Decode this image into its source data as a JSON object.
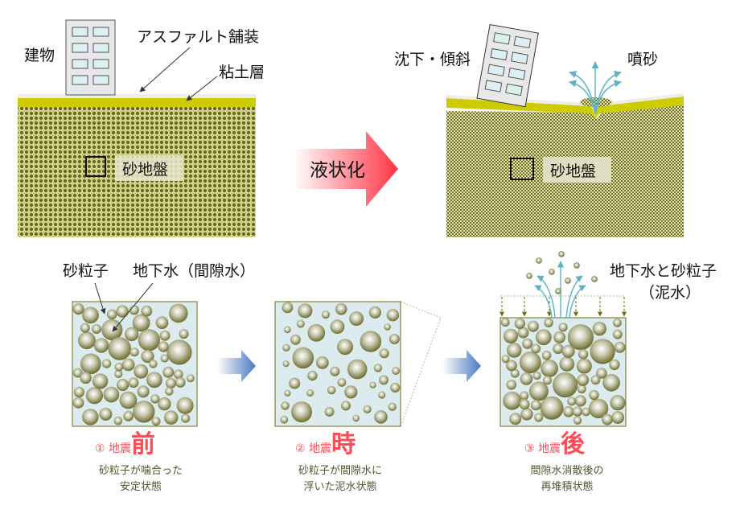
{
  "top_before": {
    "building_label": "建物",
    "asphalt_label": "アスファルト舗装",
    "clay_label": "粘土層",
    "ground_label": "砂地盤"
  },
  "transition": {
    "label": "液状化"
  },
  "top_after": {
    "settlement_label": "沈下・傾斜",
    "sand_boil_label": "噴砂",
    "ground_label": "砂地盤"
  },
  "bottom": {
    "sand_particle_label": "砂粒子",
    "groundwater_label": "地下水（間隙水）",
    "mud_water_label_1": "地下水と砂粒子",
    "mud_water_label_2": "（泥水）",
    "stages": [
      {
        "number": "①",
        "prefix": "地震",
        "keyword": "前",
        "desc_1": "砂粒子が噛合った",
        "desc_2": "安定状態"
      },
      {
        "number": "②",
        "prefix": "地震",
        "keyword": "時",
        "desc_1": "砂粒子が間隙水に",
        "desc_2": "浮いた泥水状態"
      },
      {
        "number": "③",
        "prefix": "地震",
        "keyword": "後",
        "desc_1": "間隙水消散後の",
        "desc_2": "再堆積状態"
      }
    ]
  },
  "colors": {
    "clay": "#cccc00",
    "soil_dot": "#6b6b14",
    "accent": "#ff4b55",
    "water": "#dcecee",
    "arrow_blue": "#5a8ac8"
  }
}
